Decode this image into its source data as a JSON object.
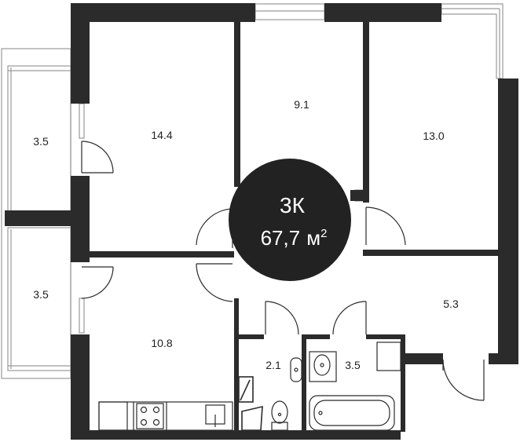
{
  "apartment": {
    "type_label": "3К",
    "area_value": "67,7",
    "area_unit": "м",
    "area_unit_sup": "2"
  },
  "rooms": {
    "balcony_top": "3.5",
    "balcony_bottom": "3.5",
    "bedroom_left": "14.4",
    "bedroom_middle": "9.1",
    "bedroom_right": "13.0",
    "kitchen": "10.8",
    "hallway": "5.3",
    "wc": "2.1",
    "bathroom": "3.5"
  },
  "colors": {
    "wall": "#2b2b2b",
    "badge": "#222222",
    "badge_text": "#ffffff",
    "window": "#9a9a9a",
    "label": "#222222"
  }
}
